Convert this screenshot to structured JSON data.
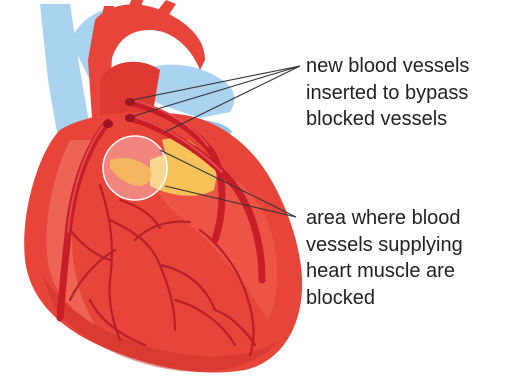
{
  "labels": {
    "bypass": {
      "lines": [
        "new blood vessels",
        "inserted to bypass",
        "blocked vessels"
      ]
    },
    "blocked": {
      "lines": [
        "area where blood",
        "vessels supplying",
        "heart muscle are",
        "blocked"
      ]
    }
  },
  "colors": {
    "heart": "#e8453a",
    "heart_light": "#f27a66",
    "vessel": "#c81e2a",
    "vessel_dark": "#9e1420",
    "vein_blue": "#a9d3ef",
    "fat_yellow": "#f7c25a",
    "callout_line": "#333333"
  }
}
